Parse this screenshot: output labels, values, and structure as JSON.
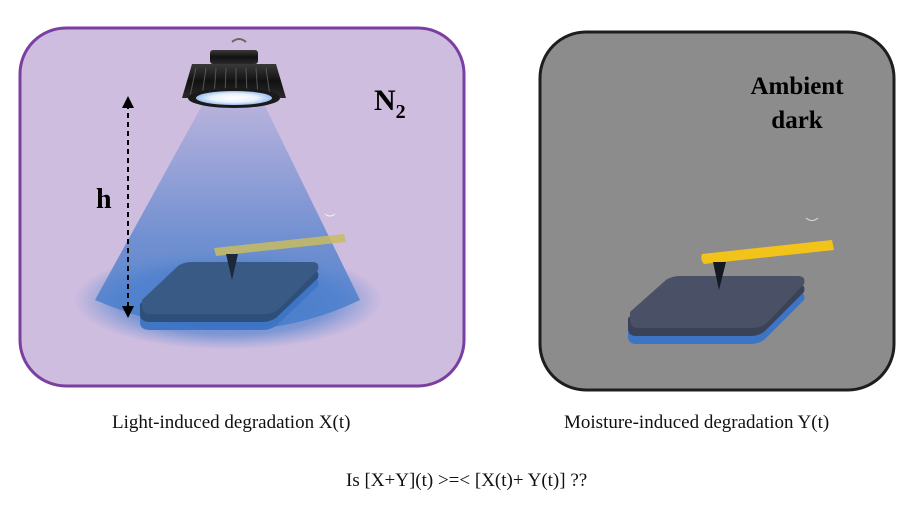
{
  "left_panel": {
    "gas_label": "N",
    "gas_subscript": "2",
    "height_label": "h",
    "background_color": "#cfbde0",
    "border_color": "#7a3fa0",
    "light_color": "#3f78c9"
  },
  "right_panel": {
    "line1": "Ambient",
    "line2": "dark",
    "background_color": "#8c8c8c",
    "border_color": "#1e1e1e"
  },
  "cantilever_color": "#f0c020",
  "captions": {
    "left": "Light-induced degradation X(t)",
    "right": "Moisture-induced degradation Y(t)",
    "question": "Is [X+Y](t) >=< [X(t)+ Y(t)] ??"
  }
}
